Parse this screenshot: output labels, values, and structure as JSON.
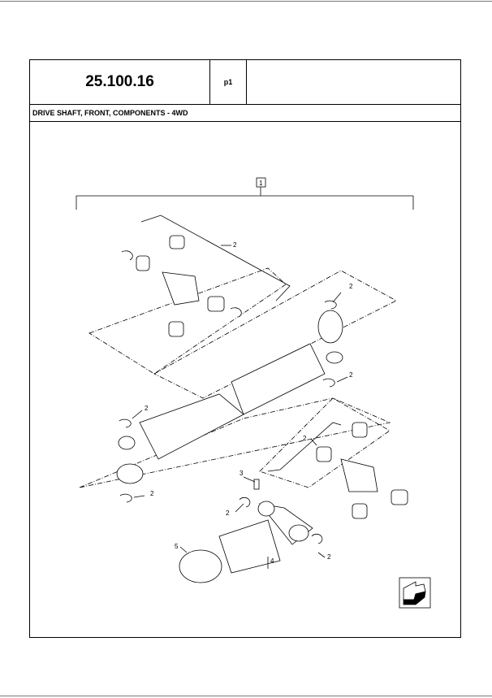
{
  "header": {
    "section_number": "25.100.16",
    "page": "p1",
    "title": "DRIVE SHAFT, FRONT, COMPONENTS - 4WD"
  },
  "diagram": {
    "assembly_callout": "1",
    "callouts": {
      "c2a": "2",
      "c2b": "2",
      "c2c": "2",
      "c2d": "2",
      "c2e": "2",
      "c2f": "2",
      "c2g": "2",
      "c2h": "2",
      "c3": "3",
      "c4": "4",
      "c5": "5"
    }
  },
  "nav_icon": "arrow-back-icon"
}
